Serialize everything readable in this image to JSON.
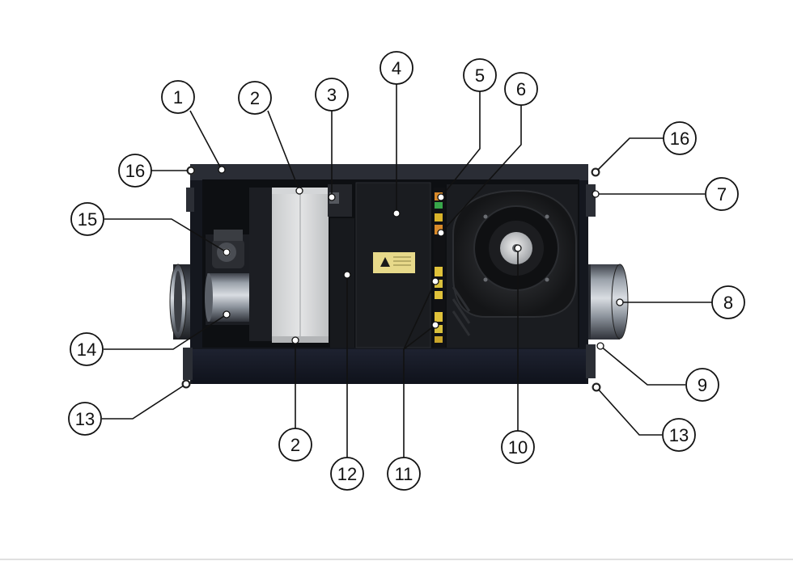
{
  "diagram": {
    "callouts": [
      {
        "id": "c1",
        "number": "1"
      },
      {
        "id": "c2a",
        "number": "2"
      },
      {
        "id": "c2b",
        "number": "2"
      },
      {
        "id": "c3",
        "number": "3"
      },
      {
        "id": "c4",
        "number": "4"
      },
      {
        "id": "c5",
        "number": "5"
      },
      {
        "id": "c6",
        "number": "6"
      },
      {
        "id": "c7",
        "number": "7"
      },
      {
        "id": "c8",
        "number": "8"
      },
      {
        "id": "c9",
        "number": "9"
      },
      {
        "id": "c10",
        "number": "10"
      },
      {
        "id": "c11",
        "number": "11"
      },
      {
        "id": "c12",
        "number": "12"
      },
      {
        "id": "c13a",
        "number": "13"
      },
      {
        "id": "c13b",
        "number": "13"
      },
      {
        "id": "c14",
        "number": "14"
      },
      {
        "id": "c15",
        "number": "15"
      },
      {
        "id": "c16a",
        "number": "16"
      },
      {
        "id": "c16b",
        "number": "16"
      }
    ]
  }
}
